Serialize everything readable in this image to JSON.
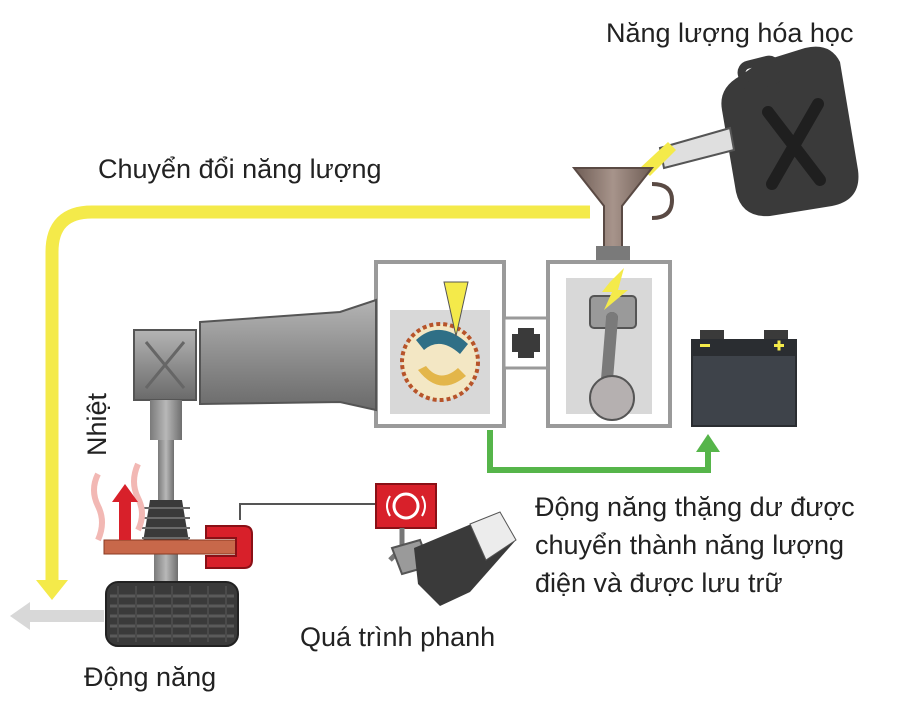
{
  "labels": {
    "chemical_energy": "Năng lượng hóa học",
    "energy_conversion": "Chuyển đổi năng lượng",
    "heat": "Nhiệt",
    "surplus_kinetic_line1": "Động năng thặng dư được",
    "surplus_kinetic_line2": "chuyển thành năng lượng",
    "surplus_kinetic_line3": "điện và được lưu trữ",
    "braking_process": "Quá trình phanh",
    "kinetic_energy": "Động năng"
  },
  "colors": {
    "energy_path": "#f4ea4a",
    "charging_path": "#56b54a",
    "heat": "#d8202a",
    "brake": "#d8202a",
    "machinery": "#8a8a8a",
    "dark": "#2e2e2e"
  },
  "icons": [
    "fuel-can-icon",
    "funnel-icon",
    "engine-piston-icon",
    "generator-icon",
    "battery-icon",
    "brake-pedal-icon",
    "brake-caliper-icon",
    "tire-icon",
    "heat-arrow-icon"
  ]
}
